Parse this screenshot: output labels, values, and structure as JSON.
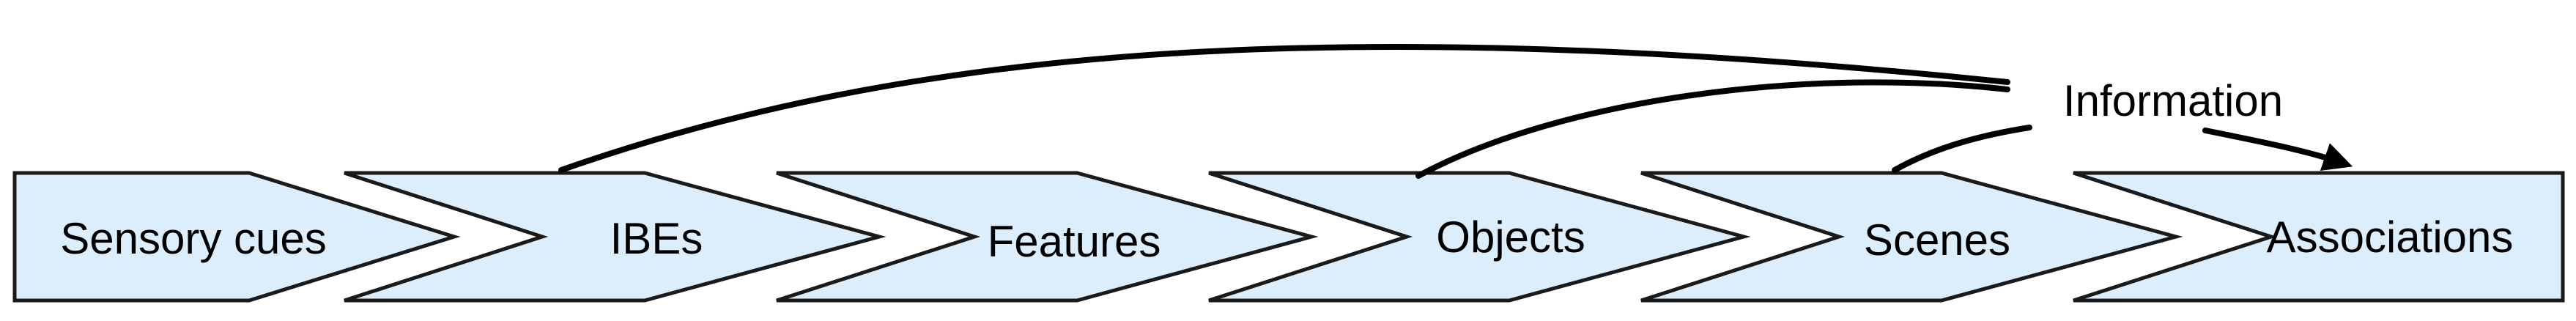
{
  "diagram": {
    "stages": [
      {
        "label": "Sensory cues"
      },
      {
        "label": "IBEs"
      },
      {
        "label": "Features"
      },
      {
        "label": "Objects"
      },
      {
        "label": "Scenes"
      },
      {
        "label": "Associations"
      }
    ],
    "hub_label": "Information",
    "colors": {
      "stage_fill": "#dcedfb",
      "stage_stroke": "#1a1a1a",
      "arc": "#000000",
      "text": "#000000"
    }
  }
}
